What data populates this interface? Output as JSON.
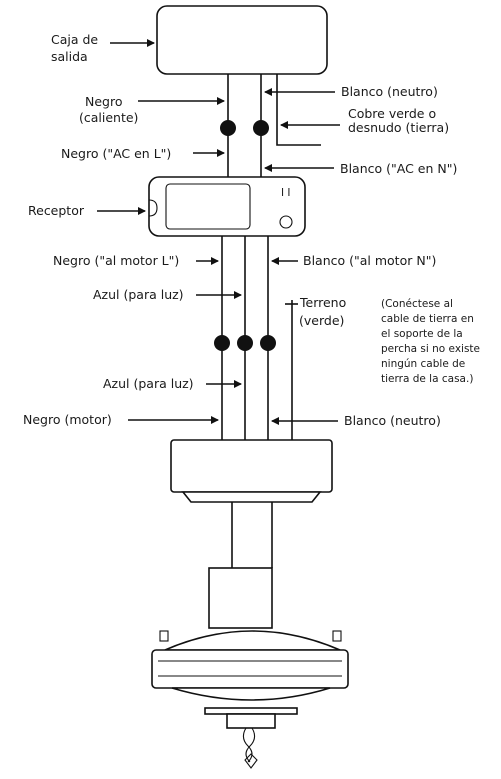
{
  "labels": {
    "outlet_box_line1": "Caja de",
    "outlet_box_line2": "salida",
    "white_neutral_top": "Blanco (neutro)",
    "black_hot_line1": "Negro",
    "black_hot_line2": "(caliente)",
    "ground_line1": "Cobre verde o",
    "ground_line2": "desnudo (tierra)",
    "black_ac_l": "Negro (\"AC en L\")",
    "white_ac_n": "Blanco (\"AC en N\")",
    "receiver": "Receptor",
    "black_motor_l": "Negro (\"al motor L\")",
    "white_motor_n": "Blanco (\"al motor N\")",
    "blue_light_upper": "Azul (para luz)",
    "ground_terminal_line1": "Terreno",
    "ground_terminal_line2": "(verde)",
    "blue_light_lower": "Azul (para luz)",
    "black_motor": "Negro (motor)",
    "white_neutral_bottom": "Blanco (neutro)"
  },
  "ground_note": [
    "(Conéctese al",
    "cable de tierra en",
    "el soporte de la",
    "percha si no existe",
    "ningún cable de",
    "tierra de la casa.)"
  ],
  "receiver_markings": "I I"
}
